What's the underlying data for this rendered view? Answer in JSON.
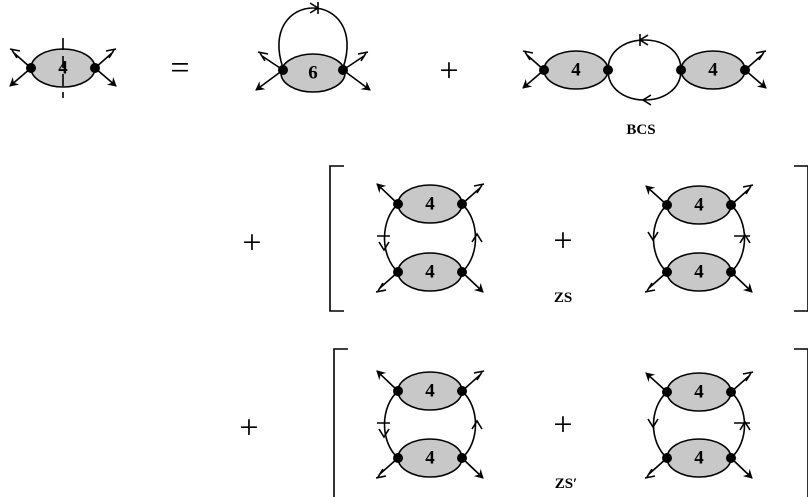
{
  "equation": {
    "lhs_vertex": "4",
    "equals": "=",
    "plus": "+",
    "term_6pt": {
      "vertex": "6"
    },
    "term_bcs": {
      "left_vertex": "4",
      "right_vertex": "4",
      "label": "BCS"
    },
    "term_zs": {
      "top_left": "4",
      "bottom_left": "4",
      "top_right": "4",
      "bottom_right": "4",
      "label": "ZS"
    },
    "term_zsp": {
      "top_left": "4",
      "bottom_left": "4",
      "top_right": "4",
      "bottom_right": "4",
      "label": "ZS′"
    }
  }
}
